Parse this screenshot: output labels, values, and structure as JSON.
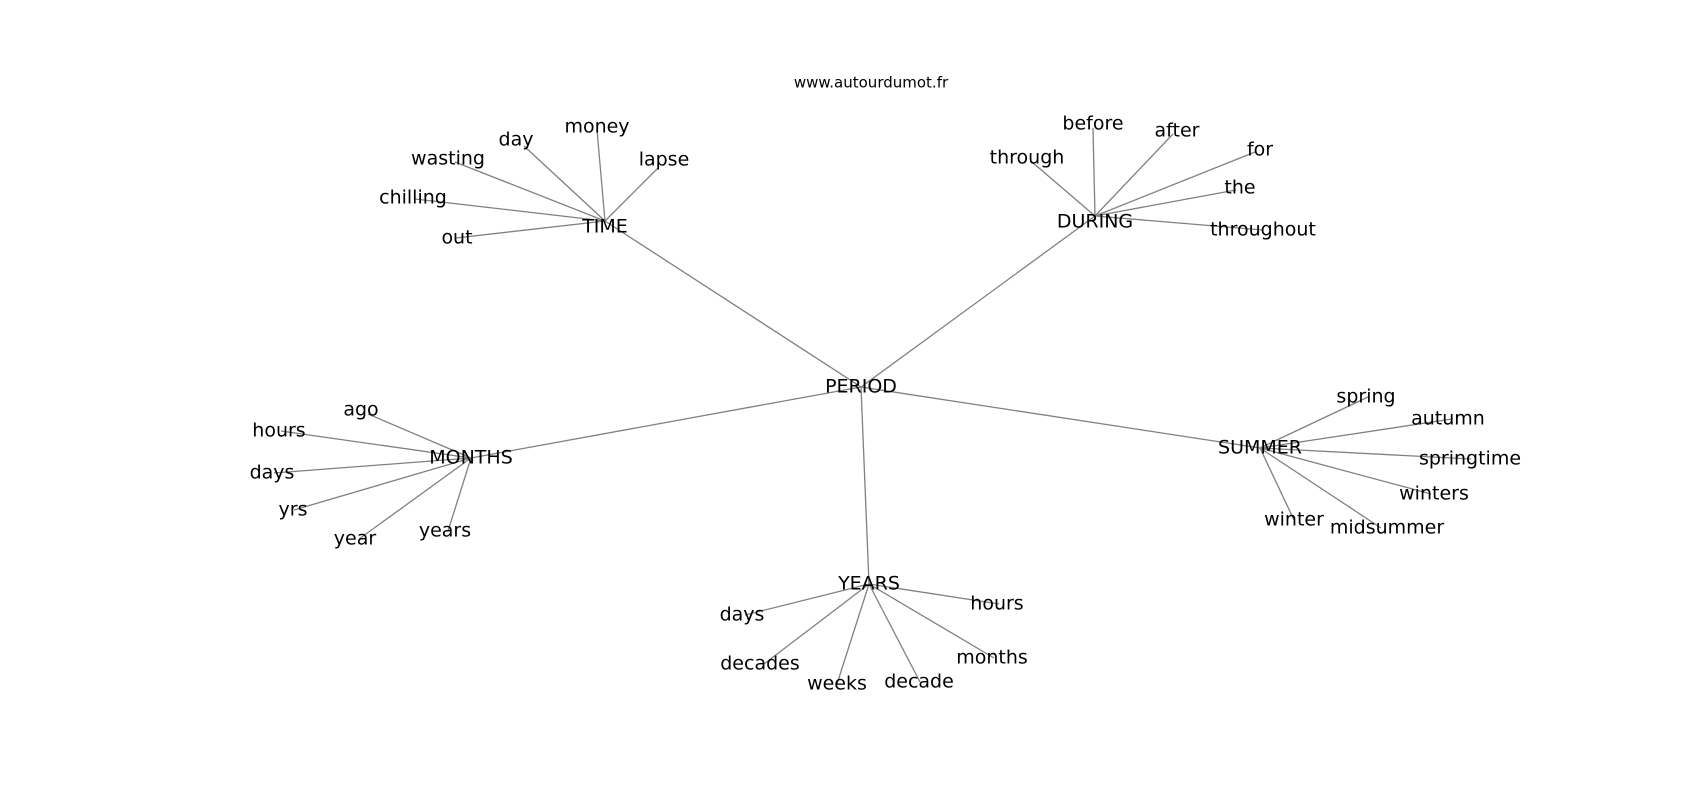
{
  "watermark": "www.autourdumot.fr",
  "colors": {
    "edge": "#808080",
    "text": "#000000",
    "background": "#ffffff"
  },
  "root": "PERIOD",
  "clusters": [
    {
      "hub": "TIME",
      "leaves": [
        "day",
        "money",
        "lapse",
        "wasting",
        "chilling",
        "out"
      ]
    },
    {
      "hub": "DURING",
      "leaves": [
        "before",
        "after",
        "through",
        "for",
        "the",
        "throughout"
      ]
    },
    {
      "hub": "MONTHS",
      "leaves": [
        "ago",
        "hours",
        "days",
        "yrs",
        "year",
        "years"
      ]
    },
    {
      "hub": "SUMMER",
      "leaves": [
        "spring",
        "autumn",
        "springtime",
        "winters",
        "winter",
        "midsummer"
      ]
    },
    {
      "hub": "YEARS",
      "leaves": [
        "hours",
        "days",
        "decades",
        "weeks",
        "decade",
        "months"
      ]
    }
  ]
}
